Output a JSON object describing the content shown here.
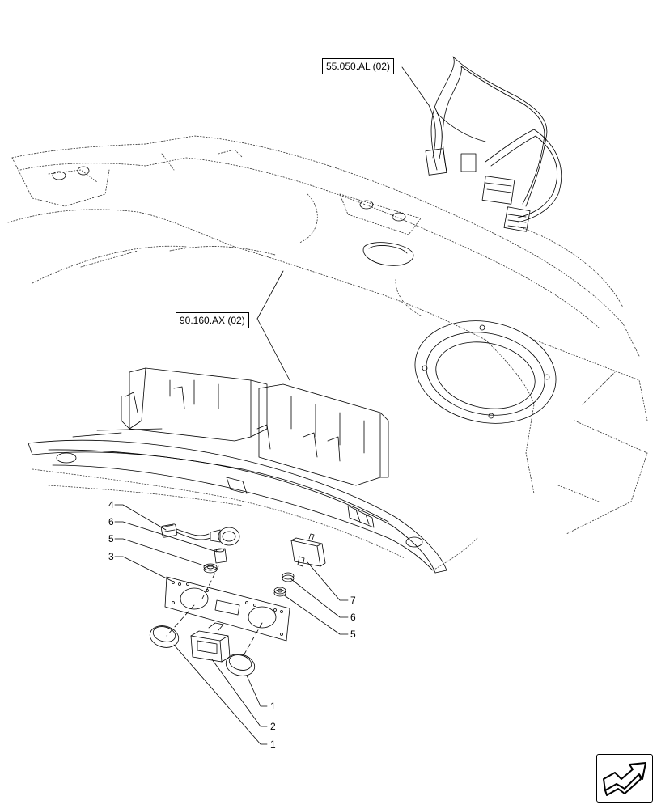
{
  "references": [
    {
      "id": "ref-55050al",
      "label": "55.050.AL (02)"
    },
    {
      "id": "ref-90160ax",
      "label": "90.160.AX (02)"
    }
  ],
  "callouts": {
    "c4": "4",
    "c6a": "6",
    "c5a": "5",
    "c3": "3",
    "c7": "7",
    "c6b": "6",
    "c5b": "5",
    "c1a": "1",
    "c2": "2",
    "c1b": "1"
  },
  "nav": {
    "icon": "next-arrow-icon"
  }
}
